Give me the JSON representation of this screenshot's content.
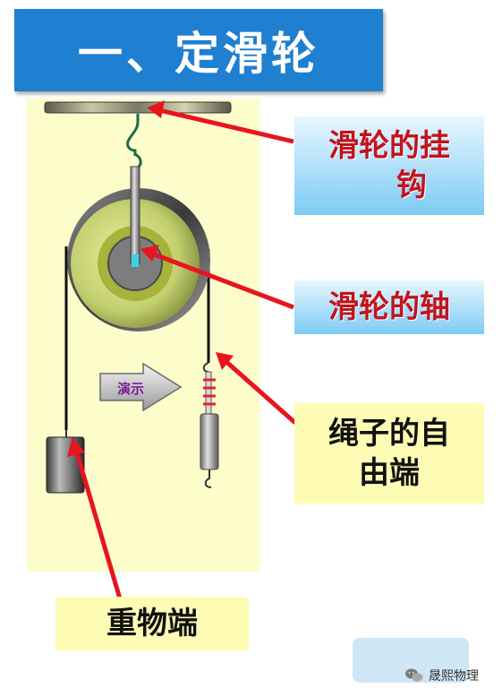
{
  "title": "一、定滑轮",
  "labels": {
    "hook_line1": "滑轮的挂",
    "hook_line2": "钩",
    "axle": "滑轮的轴",
    "free_end_line1": "绳子的自",
    "free_end_line2": "由端",
    "weight_end": "重物端"
  },
  "arrow_button_label": "演示",
  "watermark": "晟熙物理",
  "colors": {
    "title_bg": "#1f7fd0",
    "panel_bg": "#fdfccb",
    "arrow_red": "#e8141e",
    "blue_label_text": "#c0141e"
  }
}
